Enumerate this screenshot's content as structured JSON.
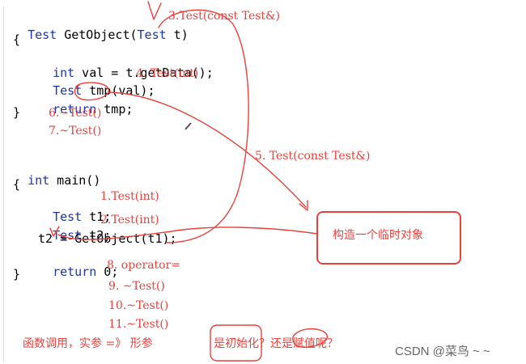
{
  "code_top": {
    "line1": {
      "type": "Test",
      "rest_a": " GetObject(",
      "param_type": "Test",
      "rest_b": " t)"
    },
    "line2": "{",
    "line3": {
      "kw": "int",
      "rest": " val = t.getData();"
    },
    "line4": {
      "type": "Test",
      "rest": " tmp(val);"
    },
    "line5": {
      "kw": "return",
      "rest": " tmp;"
    },
    "line6": "}"
  },
  "code_main": {
    "line1": {
      "kw": "int",
      "rest": " main()"
    },
    "line2": "{",
    "line3": {
      "type": "Test",
      "rest": " t1;"
    },
    "line4": {
      "type": "Test",
      "rest": " t2;"
    },
    "line5": "t2 = GetObject(t1);",
    "line6": {
      "kw": "return",
      "rest": " 0;"
    },
    "line7": "}"
  },
  "annotations": {
    "a3": "3.Test(const Test&)",
    "a4": "4. Test(int)",
    "a6": "6.~Test()",
    "a7": "7.~Test()",
    "a5": "5. Test(const Test&)",
    "m1": "1.Test(int)",
    "m2": "2.Test(int)",
    "m8": "8. operator=",
    "m9": "9. ~Test()",
    "m10": "10.~Test()",
    "m11": "11.~Test()"
  },
  "box_label": "构造一个临时对象",
  "bottom_note": {
    "part1": "函数调用，实参 =》 形参",
    "part2": "是初始化？还是赋值呢？"
  },
  "watermark": "CSDN @菜鸟 ~ ~",
  "colors": {
    "keyword": "#1d35a8",
    "annotation": "#e8413c"
  }
}
